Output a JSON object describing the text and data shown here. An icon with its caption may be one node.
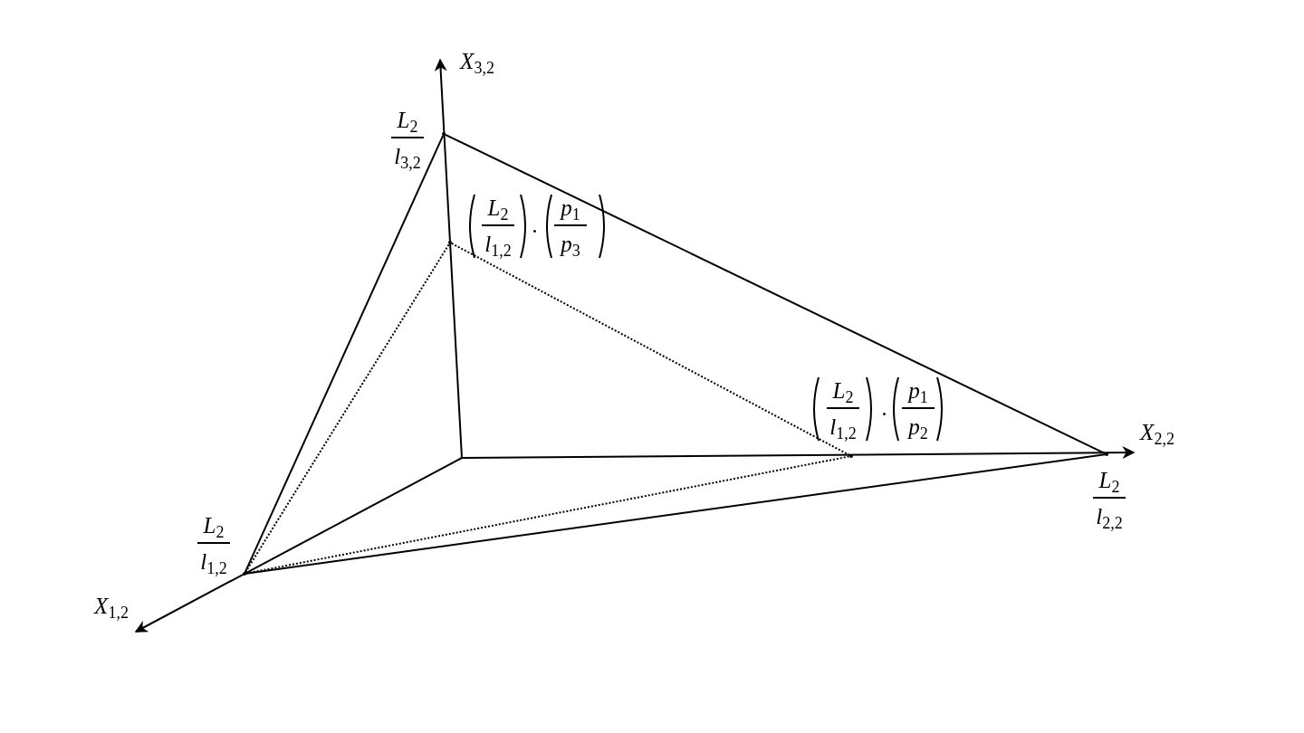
{
  "diagram": {
    "nodes": [
      {
        "text": [],
        "shape": "point",
        "beside": [
          "L$_{2}$",
          "l$_{3,2}$"
        ]
      },
      {
        "text": [],
        "shape": "point",
        "beside": [
          "L$_{2}$",
          "l$_{2,2}$"
        ]
      },
      {
        "text": [],
        "shape": "point",
        "beside": [
          "L$_{2}$",
          "l$_{1,2}$"
        ]
      },
      {
        "text": [],
        "shape": "point",
        "beside": [
          "L$_{2}$",
          "l$_{1,2}$",
          "·",
          "p$_{1}$",
          "p$_{3}$"
        ]
      },
      {
        "text": [],
        "shape": "point",
        "beside": [
          "L$_{2}$",
          "l$_{1,2}$",
          "·",
          "p$_{1}$",
          "p$_{2}$"
        ]
      }
    ],
    "edges": [
      {
        "from": 0,
        "to": 1,
        "arrow": "none"
      },
      {
        "from": 1,
        "to": 2,
        "arrow": "none"
      },
      {
        "from": 2,
        "to": 0,
        "arrow": "none"
      },
      {
        "from": 2,
        "to": 3,
        "arrow": "none",
        "style": "dashed"
      },
      {
        "from": 3,
        "to": 4,
        "arrow": "none",
        "style": "dashed"
      },
      {
        "from": 2,
        "to": 4,
        "arrow": "none",
        "style": "dashed"
      }
    ],
    "labels": [
      "X$_{3,2}$",
      "X$_{2,2}$",
      "X$_{1,2}$"
    ]
  }
}
